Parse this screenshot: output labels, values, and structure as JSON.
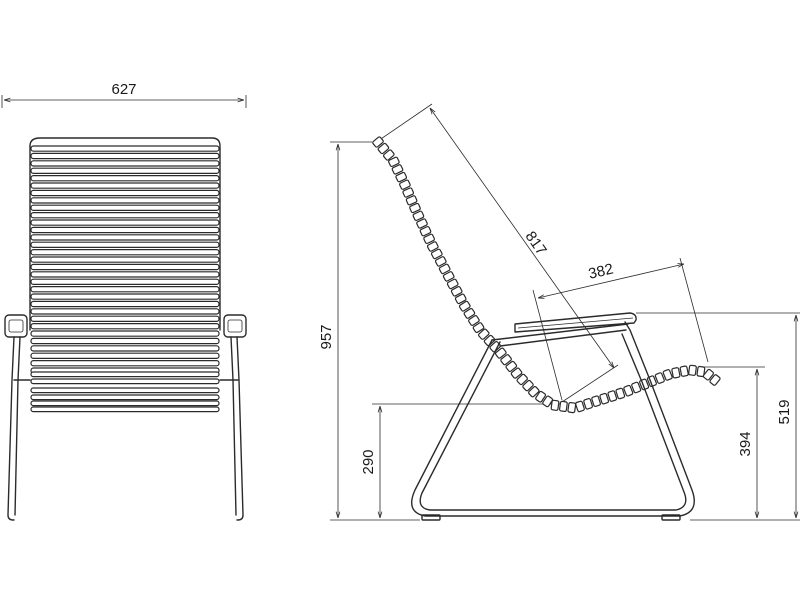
{
  "drawing": {
    "dimensions": {
      "front_width": "627",
      "side_height": "957",
      "backrest_length": "817",
      "seat_depth": "382",
      "seat_height": "290",
      "armrest_low_height": "394",
      "armrest_height": "519"
    },
    "colors": {
      "line": "#2b2b2b",
      "background": "#ffffff"
    }
  }
}
